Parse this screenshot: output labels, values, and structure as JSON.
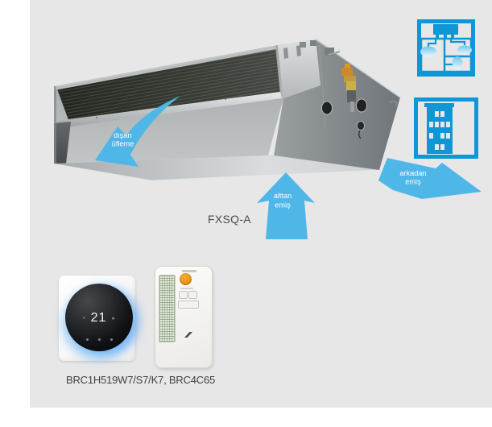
{
  "page": {
    "bg": "#ffffff",
    "panel_bg": "#e8e7e7"
  },
  "colors": {
    "arrow": "#4fb7e8",
    "icon": "#0e96d6"
  },
  "unit": {
    "model": "FXSQ-A"
  },
  "airflow": {
    "blow_out": {
      "line1": "dışarı",
      "line2": "üfleme"
    },
    "bottom_suction": {
      "line1": "alttan",
      "line2": "emiş"
    },
    "rear_suction": {
      "line1": "arkadan",
      "line2": "emiş"
    }
  },
  "features": [
    {
      "icon": "ceiling-concealed-duct-icon"
    },
    {
      "icon": "building-icon"
    }
  ],
  "controllers": {
    "caption": "BRC1H519W7/S7/K7, BRC4C65",
    "wall_controller": {
      "temperature": "21",
      "left_marker": "•",
      "right_marker": "▸"
    }
  }
}
